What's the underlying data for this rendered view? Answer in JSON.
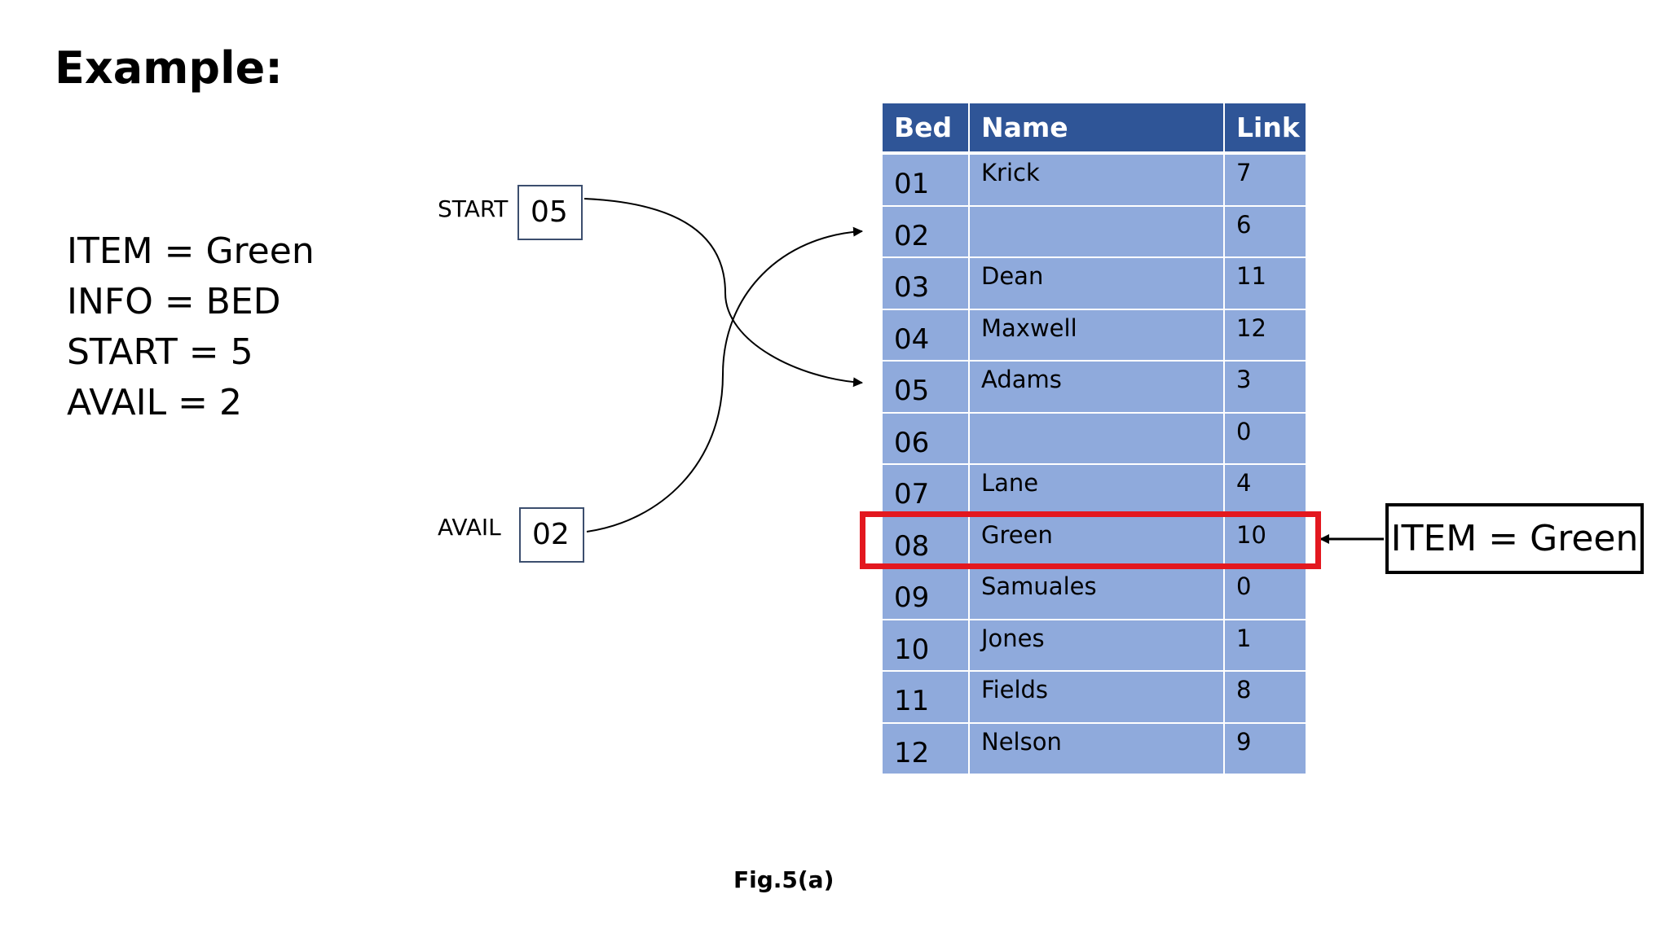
{
  "title": "Example:",
  "variables": [
    "ITEM = Green",
    "INFO = BED",
    "START = 5",
    "AVAIL = 2"
  ],
  "pointers": {
    "start": {
      "label": "START",
      "value": "05"
    },
    "avail": {
      "label": "AVAIL",
      "value": "02"
    }
  },
  "table": {
    "headers": {
      "bed": "Bed",
      "name": "Name",
      "link": "Link"
    },
    "rows": [
      {
        "bed": "01",
        "name": "Krick",
        "link": "7"
      },
      {
        "bed": "02",
        "name": "",
        "link": "6"
      },
      {
        "bed": "03",
        "name": "Dean",
        "link": "11"
      },
      {
        "bed": "04",
        "name": "Maxwell",
        "link": "12"
      },
      {
        "bed": "05",
        "name": "Adams",
        "link": "3"
      },
      {
        "bed": "06",
        "name": "",
        "link": "0"
      },
      {
        "bed": "07",
        "name": "Lane",
        "link": "4"
      },
      {
        "bed": "08",
        "name": "Green",
        "link": "10"
      },
      {
        "bed": "09",
        "name": "Samuales",
        "link": "0"
      },
      {
        "bed": "10",
        "name": "Jones",
        "link": "1"
      },
      {
        "bed": "11",
        "name": "Fields",
        "link": "8"
      },
      {
        "bed": "12",
        "name": "Nelson",
        "link": "9"
      }
    ]
  },
  "item_callout": "ITEM = Green",
  "caption": "Fig.5(a)",
  "colors": {
    "header": "#2f5597",
    "body": "#8faadc",
    "highlight": "#e3181f"
  }
}
